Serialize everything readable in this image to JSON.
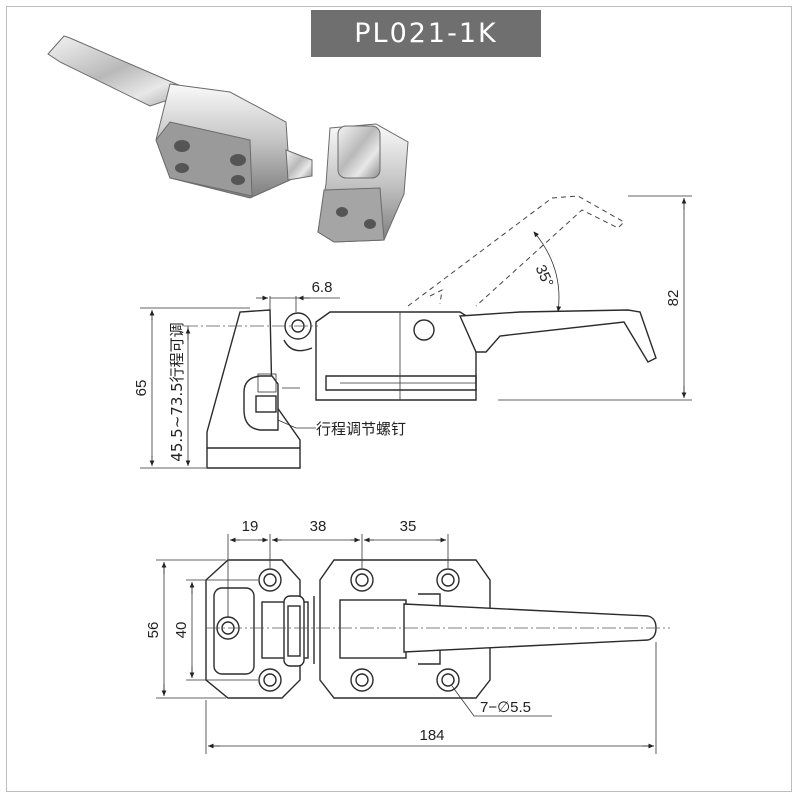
{
  "title": "PL021-1K",
  "dimensions": {
    "side_view": {
      "d_6_8": "6.8",
      "d_65": "65",
      "d_adjust": "45.5~73.5行程可调",
      "d_82": "82",
      "angle": "35°",
      "screw_label": "行程调节螺钉"
    },
    "top_view": {
      "d_19": "19",
      "d_38": "38",
      "d_35": "35",
      "d_56": "56",
      "d_40": "40",
      "holes": "7−∅5.5",
      "d_184": "184"
    }
  },
  "colors": {
    "title_bg": "#6f6f6f",
    "title_fg": "#ffffff",
    "line": "#2b2b2b"
  }
}
